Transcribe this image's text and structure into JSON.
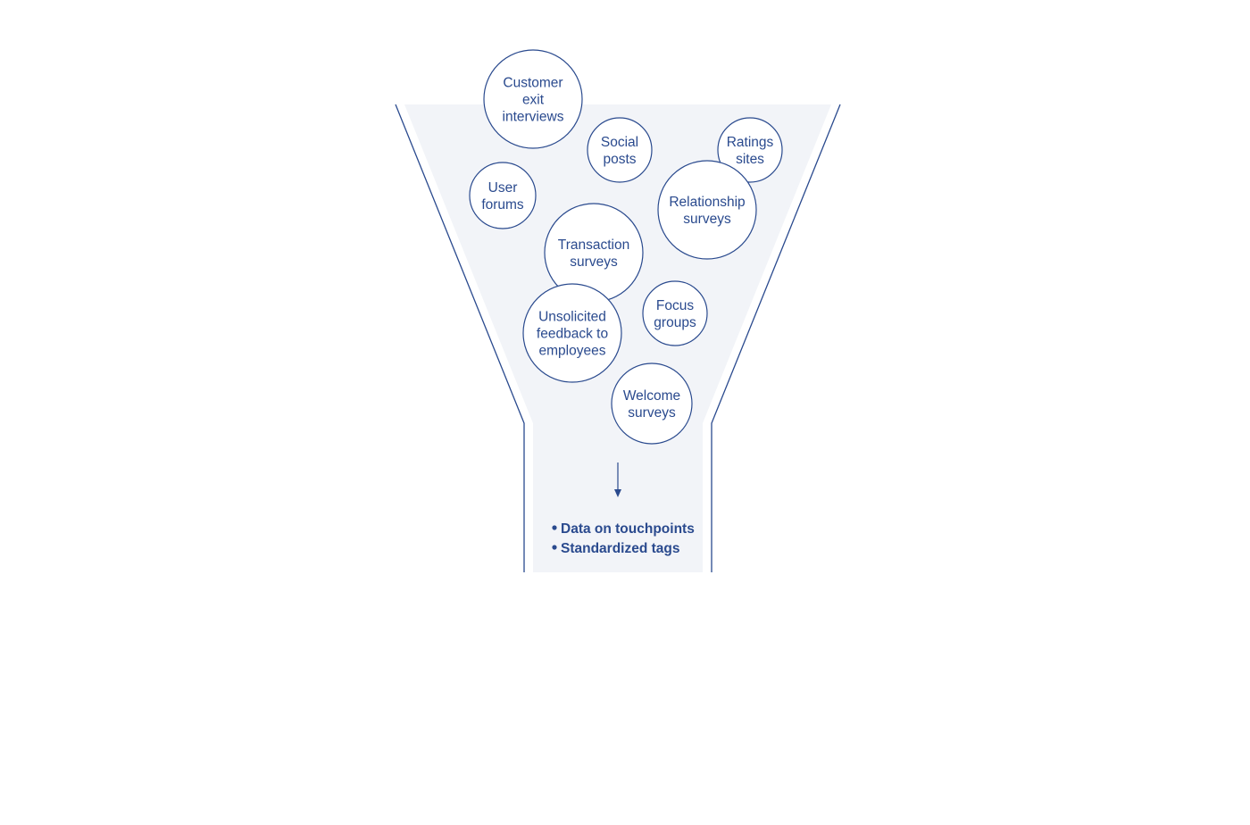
{
  "bubbles": [
    {
      "id": "customer-exit-interviews",
      "lines": [
        "Customer",
        "exit",
        "interviews"
      ]
    },
    {
      "id": "social-posts",
      "lines": [
        "Social",
        "posts"
      ]
    },
    {
      "id": "ratings-sites",
      "lines": [
        "Ratings",
        "sites"
      ]
    },
    {
      "id": "user-forums",
      "lines": [
        "User",
        "forums"
      ]
    },
    {
      "id": "relationship-surveys",
      "lines": [
        "Relationship",
        "surveys"
      ]
    },
    {
      "id": "transaction-surveys",
      "lines": [
        "Transaction",
        "surveys"
      ]
    },
    {
      "id": "focus-groups",
      "lines": [
        "Focus",
        "groups"
      ]
    },
    {
      "id": "unsolicited-feedback",
      "lines": [
        "Unsolicited",
        "feedback to",
        "employees"
      ]
    },
    {
      "id": "welcome-surveys",
      "lines": [
        "Welcome",
        "surveys"
      ]
    }
  ],
  "outputs": [
    "Data on touchpoints",
    "Standardized tags"
  ],
  "colors": {
    "stroke": "#2a4a8e",
    "funnel_fill": "#f2f4f8"
  }
}
